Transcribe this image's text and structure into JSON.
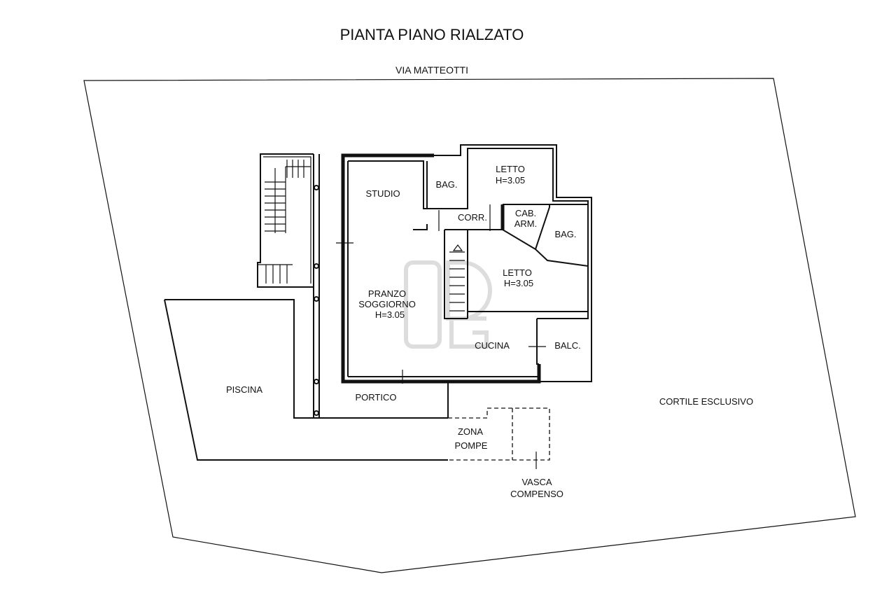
{
  "title": "PIANTA PIANO RIALZATO",
  "street": "VIA MATTEOTTI",
  "rooms": {
    "studio": "STUDIO",
    "bag1": "BAG.",
    "letto1": [
      "LETTO",
      "H=3.05"
    ],
    "corr": "CORR.",
    "cab_arm": [
      "CAB.",
      "ARM."
    ],
    "bag2": "BAG.",
    "letto2": [
      "LETTO",
      "H=3.05"
    ],
    "pranzo": [
      "PRANZO",
      "SOGGIORNO",
      "H=3.05"
    ],
    "cucina": "CUCINA",
    "balc": "BALC.",
    "piscina": "PISCINA",
    "portico": "PORTICO",
    "cortile": "CORTILE ESCLUSIVO",
    "zona_pompe": [
      "ZONA",
      "POMPE"
    ],
    "vasca": [
      "VASCA",
      "COMPENSO"
    ]
  }
}
